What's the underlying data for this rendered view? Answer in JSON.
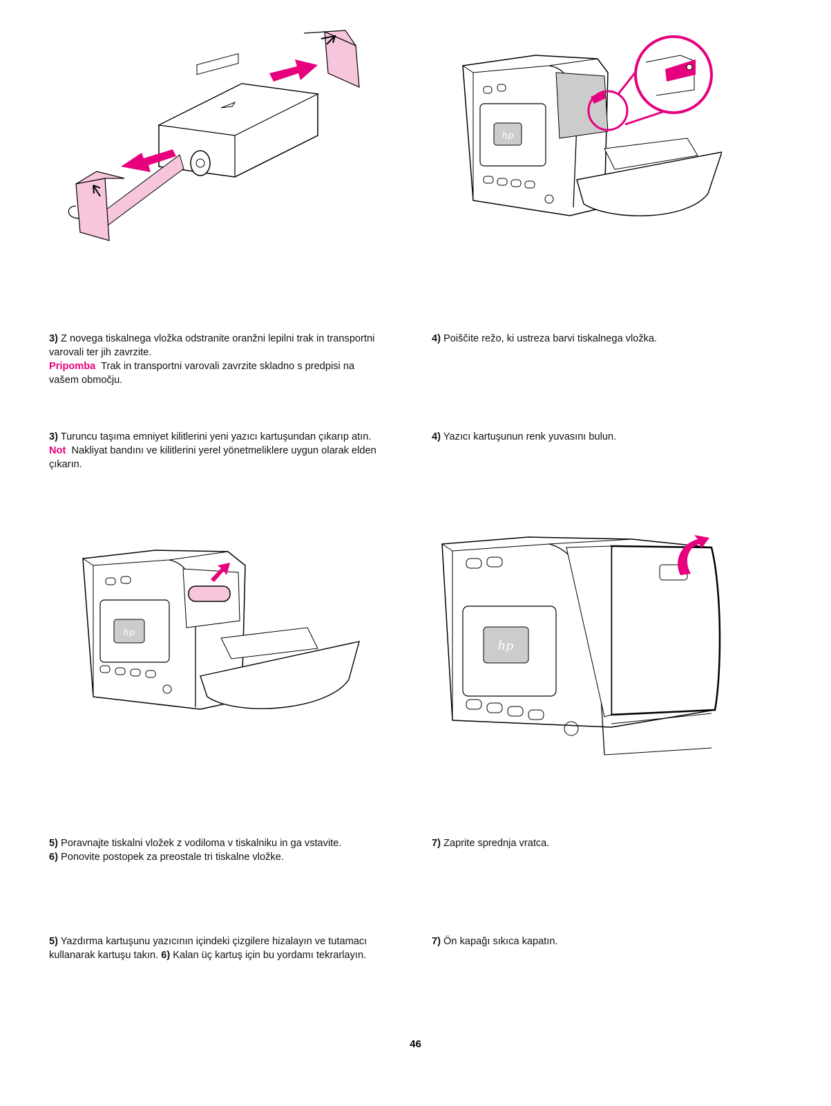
{
  "blocks": {
    "sl_3": {
      "step": "3)",
      "text": "Z novega tiskalnega vložka odstranite oranžni lepilni trak in transportni varovali ter jih zavrzite.",
      "note_label": "Pripomba",
      "note_text": "Trak in transportni varovali zavrzite skladno s predpisi na vašem območju."
    },
    "sl_4": {
      "step": "4)",
      "text": "Poiščite režo, ki ustreza barvi tiskalnega vložka."
    },
    "tr_3": {
      "step": "3)",
      "text": "Turuncu taşıma emniyet kilitlerini yeni yazıcı kartuşundan çıkarıp atın.",
      "note_label": "Not",
      "note_text": "Nakliyat bandını ve kilitlerini yerel yönetmeliklere uygun olarak elden çıkarın."
    },
    "tr_4": {
      "step": "4)",
      "text": "Yazıcı kartuşunun renk yuvasını bulun."
    },
    "sl_5": {
      "step": "5)",
      "text": "Poravnajte tiskalni vložek z vodiloma v tiskalniku in ga vstavite."
    },
    "sl_6": {
      "step": "6)",
      "text": "Ponovite postopek za preostale tri tiskalne vložke."
    },
    "sl_7": {
      "step": "7)",
      "text": "Zaprite sprednja vratca."
    },
    "tr_5": {
      "step": "5)",
      "text": "Yazdırma kartuşunu yazıcının içindeki çizgilere hizalayın ve tutamacı kullanarak kartuşu takın.",
      "step2": "6)",
      "text2": "Kalan üç kartuş için bu yordamı tekrarlayın."
    },
    "tr_7": {
      "step": "7)",
      "text": "Ön kapağı sıkıca kapatın."
    }
  },
  "figures": {
    "logo_text": "hp"
  },
  "colors": {
    "accent": "#e6007e",
    "tape_pink": "#f7c6dc"
  },
  "page_number": "46"
}
